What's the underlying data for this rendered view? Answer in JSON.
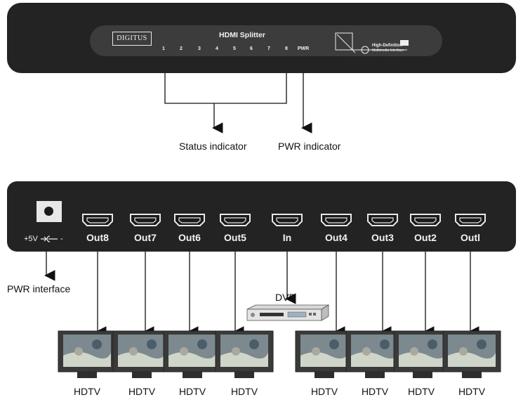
{
  "front_panel": {
    "brand": "DIGITUS",
    "title": "HDMI Splitter",
    "indicators": [
      "1",
      "2",
      "3",
      "4",
      "5",
      "6",
      "7",
      "8",
      "PWR"
    ],
    "logo_line1": "High-Definition",
    "logo_line2": "Multimedia Interface"
  },
  "captions": {
    "status_indicator": "Status indicator",
    "pwr_indicator": "PWR indicator",
    "pwr_interface": "PWR interface",
    "dvd": "DVD"
  },
  "rear_panel": {
    "power_label": "+5V",
    "power_polarity": "-",
    "ports": [
      "Out8",
      "Out7",
      "Out6",
      "Out5",
      "In",
      "Out4",
      "Out3",
      "Out2",
      "Outl"
    ]
  },
  "displays": [
    "HDTV",
    "HDTV",
    "HDTV",
    "HDTV",
    "HDTV",
    "HDTV",
    "HDTV",
    "HDTV"
  ]
}
